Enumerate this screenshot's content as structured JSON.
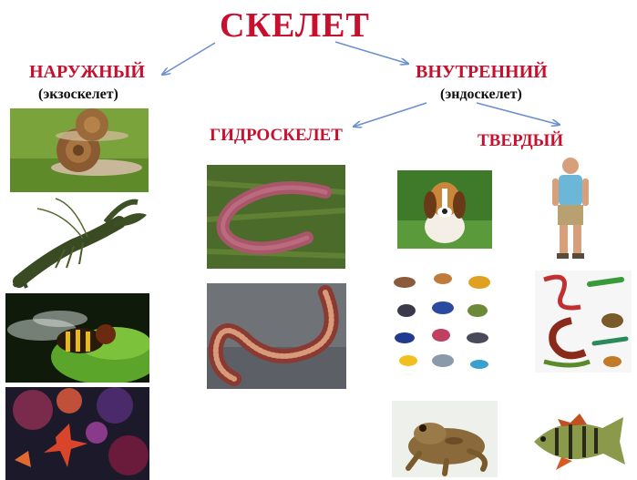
{
  "title": "СКЕЛЕТ",
  "branches": {
    "external": {
      "label": "НАРУЖНЫЙ",
      "sublabel": "(экзоскелет)"
    },
    "internal": {
      "label": "ВНУТРЕННИЙ",
      "sublabel": "(эндоскелет)"
    },
    "hydro": {
      "label": "ГИДРОСКЕЛЕТ"
    },
    "hard": {
      "label": "ТВЕРДЫЙ"
    }
  },
  "colors": {
    "title_red": "#c8102e",
    "arrow_blue": "#6b8fd0"
  },
  "images": {
    "snails": "snail-photo",
    "crayfish": "crayfish-photo",
    "hoverfly": "hoverfly-photo",
    "sea_life": "starfish-urchin-photo",
    "earthworm": "earthworm-photo",
    "sea_worm": "sea-worm-photo",
    "dog": "beagle-photo",
    "birds": "birds-collage",
    "frog": "frog-photo",
    "man": "man-photo",
    "reptiles": "reptiles-collage",
    "fish": "perch-photo"
  }
}
